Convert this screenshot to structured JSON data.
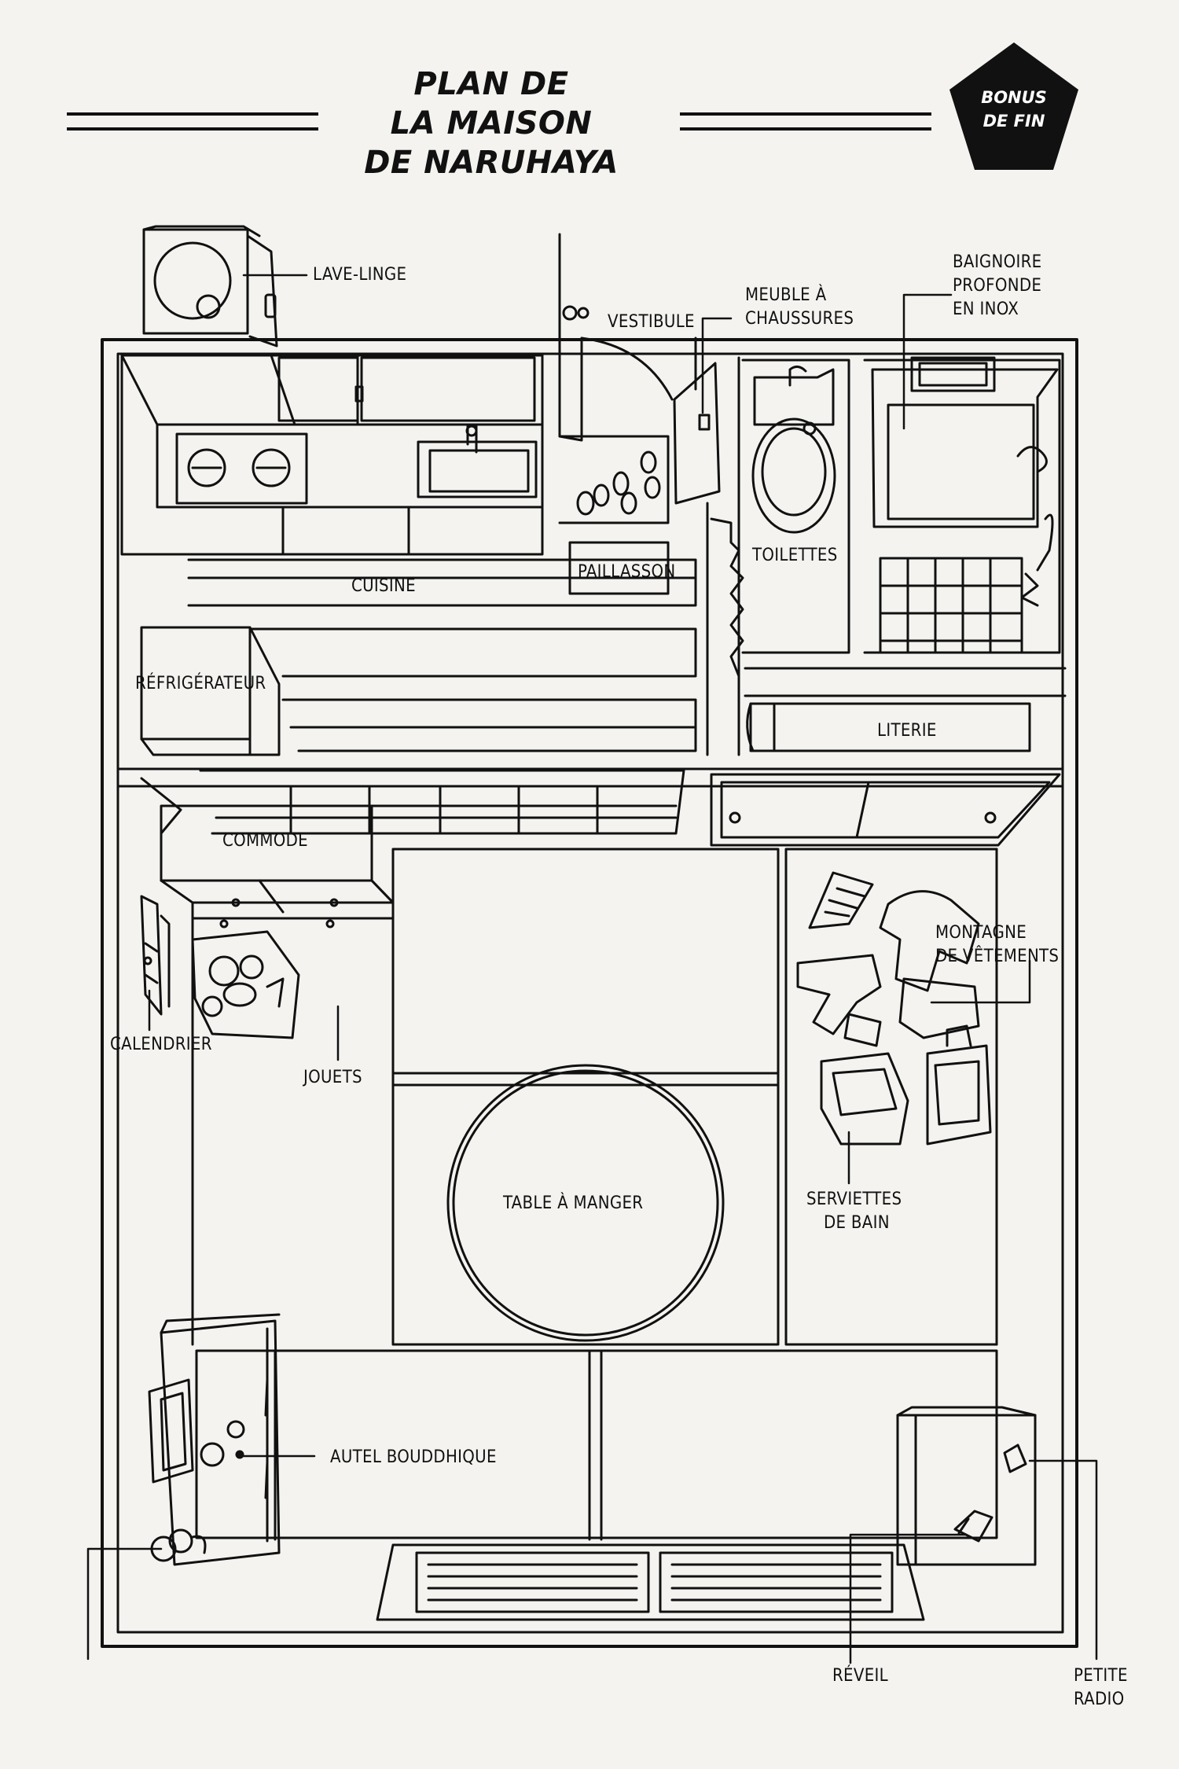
{
  "title": {
    "line1": "PLAN DE",
    "line2": "LA MAISON",
    "line3": "DE NARUHAYA"
  },
  "badge": {
    "line1": "BONUS",
    "line2": "DE FIN"
  },
  "labels": {
    "lave_linge": "LAVE-LINGE",
    "vestibule": "VESTIBULE",
    "meuble_a_chaussures": [
      "MEUBLE À",
      "CHAUSSURES"
    ],
    "baignoire": [
      "BAIGNOIRE",
      "PROFONDE",
      "EN INOX"
    ],
    "toilettes": "TOILETTES",
    "paillasson": "PAILLASSON",
    "cuisine": "CUISINE",
    "refrigerateur": "RÉFRIGÉRATEUR",
    "literie": "LITERIE",
    "commode": "COMMODE",
    "montagne_de_vetements": [
      "MONTAGNE",
      "DE VÊTEMENTS"
    ],
    "calendrier": "CALENDRIER",
    "jouets": "JOUETS",
    "table_a_manger": "TABLE À MANGER",
    "serviettes_de_bain": [
      "SERVIETTES",
      "DE BAIN"
    ],
    "autel_bouddhique": "AUTEL BOUDDHIQUE",
    "reveil": "RÉVEIL",
    "petite_radio": [
      "PETITE",
      "RADIO"
    ]
  }
}
